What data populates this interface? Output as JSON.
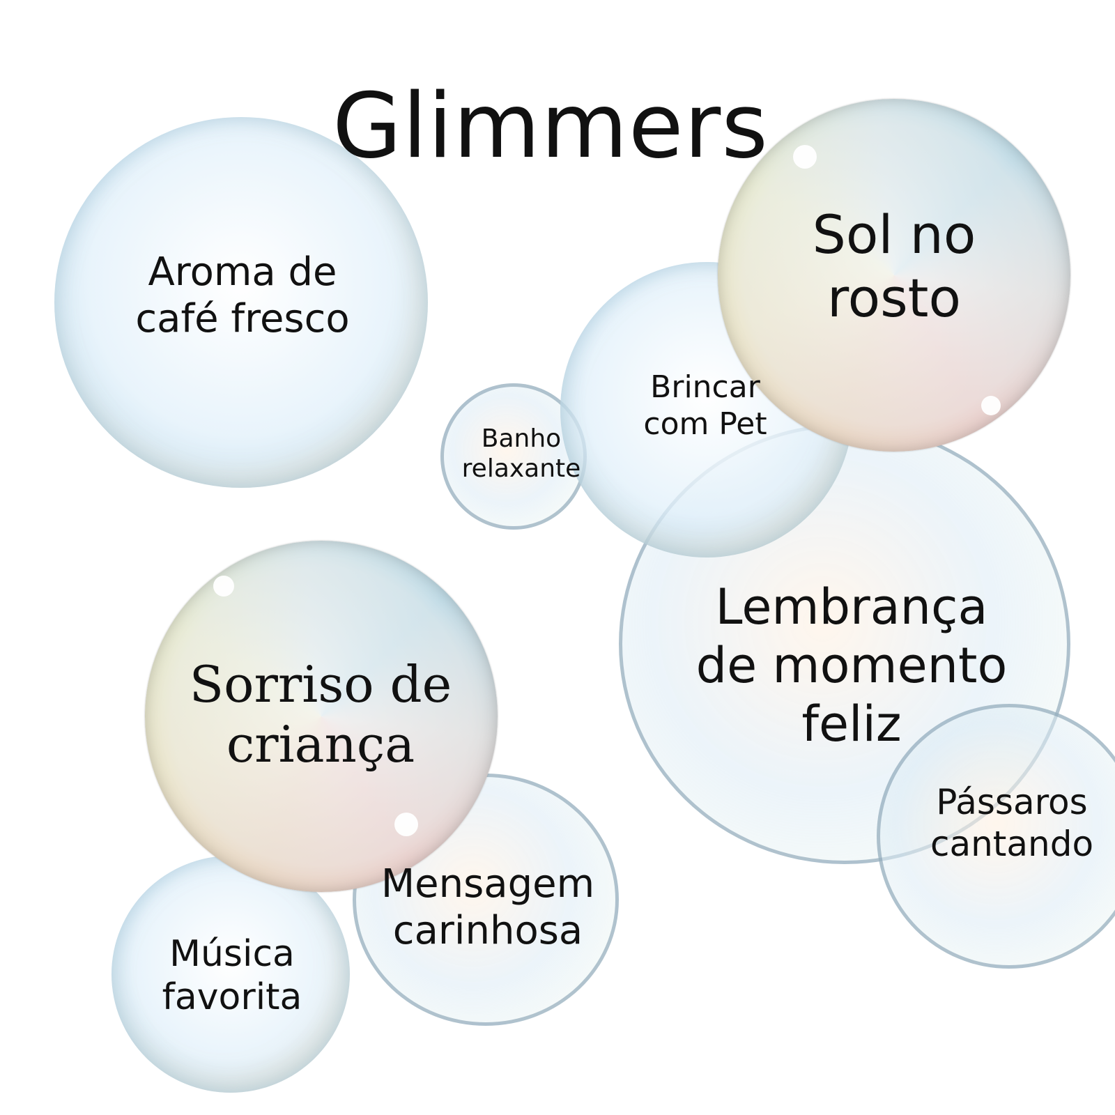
{
  "title": "Glimmers",
  "bubbles": [
    {
      "id": "aroma",
      "text": "Aroma de\ncafé fresco"
    },
    {
      "id": "sol",
      "text": "Sol no\nrosto"
    },
    {
      "id": "brincar",
      "text": "Brincar\ncom Pet"
    },
    {
      "id": "banho",
      "text": "Banho\nrelaxante"
    },
    {
      "id": "lembranca",
      "text": "Lembrança\nde momento\nfeliz"
    },
    {
      "id": "sorriso",
      "text": "Sorriso de\ncriança"
    },
    {
      "id": "passaros",
      "text": "Pássaros\ncantando"
    },
    {
      "id": "mensagem",
      "text": "Mensagem\ncarinhosa"
    },
    {
      "id": "musica",
      "text": "Música\nfavorita"
    }
  ]
}
